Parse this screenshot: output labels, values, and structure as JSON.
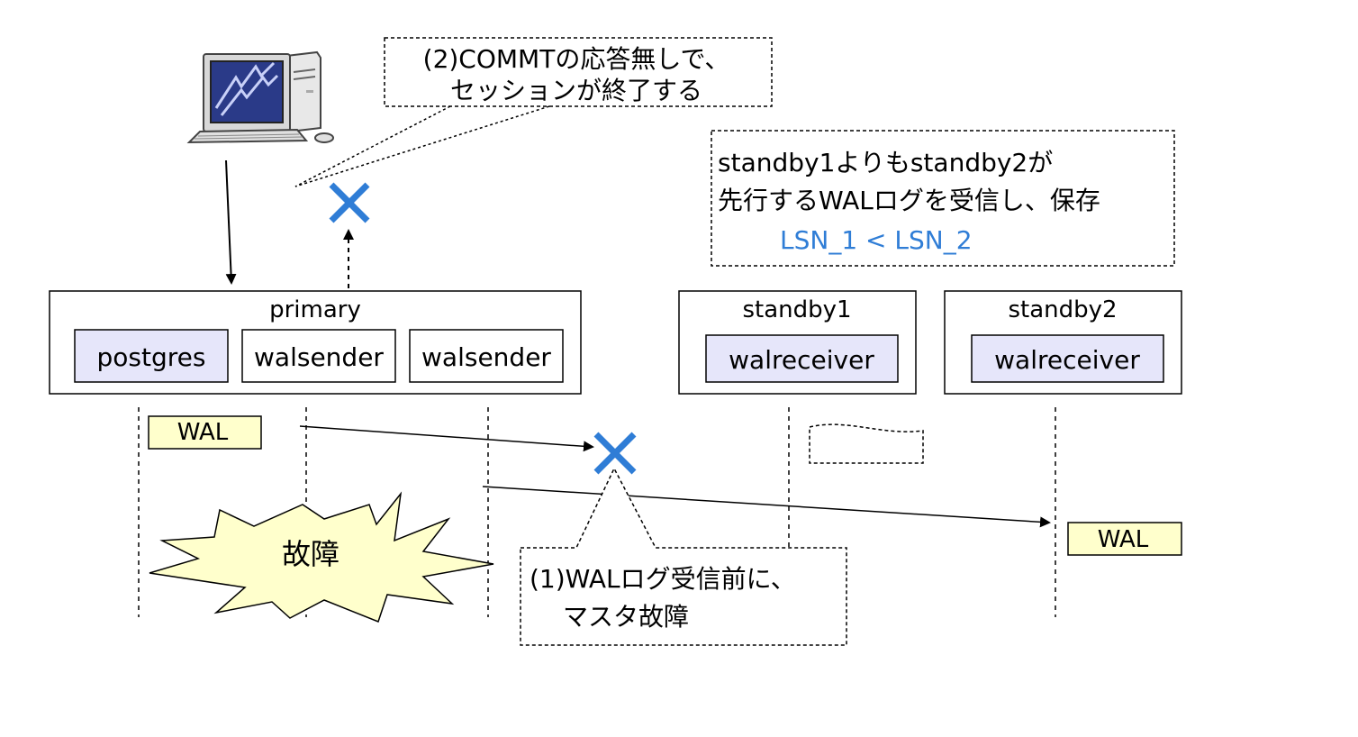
{
  "callouts": {
    "commit": {
      "line1": "(2)COMMTの応答無しで、",
      "line2": "セッションが終了する"
    },
    "standby_note": {
      "line1": "standby1よりもstandby2が",
      "line2": "先行するWALログを受信し、保存",
      "lsn": "LSN_1 < LSN_2"
    },
    "failure_note": {
      "line1": "(1)WALログ受信前に、",
      "line2": "マスタ故障"
    }
  },
  "nodes": {
    "primary": {
      "label": "primary",
      "processes": [
        "postgres",
        "walsender",
        "walsender"
      ]
    },
    "standby1": {
      "label": "standby1",
      "process": "walreceiver"
    },
    "standby2": {
      "label": "standby2",
      "process": "walreceiver"
    }
  },
  "wal_labels": {
    "primary": "WAL",
    "standby2": "WAL"
  },
  "failure_label": "故障",
  "colors": {
    "process_fill": "#e6e6fa",
    "wal_fill": "#ffffcc",
    "burst_fill": "#ffffcc",
    "cross": "#2f7dd6",
    "lsn_text": "#2f7dd6"
  },
  "icons": {
    "client": "computer-icon",
    "blocked": "cross-icon"
  }
}
